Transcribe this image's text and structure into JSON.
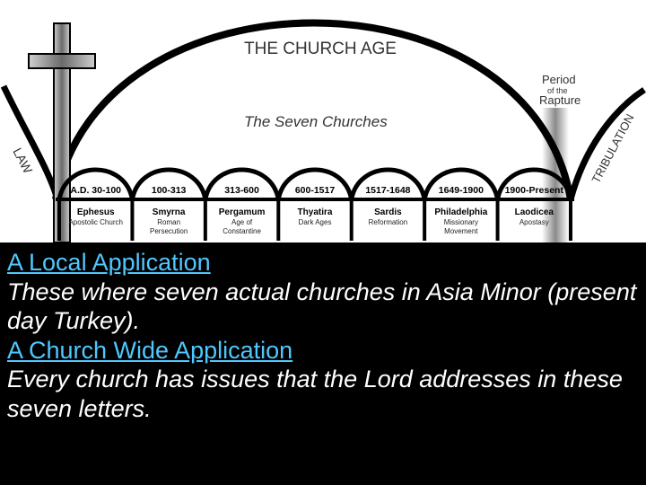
{
  "diagram": {
    "title": "THE CHURCH AGE",
    "subtitle": "The Seven Churches",
    "left_label": "LAW",
    "right_label": "TRIBULATION",
    "rapture": {
      "line1": "Period",
      "line2": "of the",
      "line3": "Rapture"
    },
    "churches": [
      {
        "date": "A.D. 30-100",
        "name": "Ephesus",
        "sub": [
          "Apostolic Church"
        ]
      },
      {
        "date": "100-313",
        "name": "Smyrna",
        "sub": [
          "Roman",
          "Persecution"
        ]
      },
      {
        "date": "313-600",
        "name": "Pergamum",
        "sub": [
          "Age of",
          "Constantine"
        ]
      },
      {
        "date": "600-1517",
        "name": "Thyatira",
        "sub": [
          "Dark Ages"
        ]
      },
      {
        "date": "1517-1648",
        "name": "Sardis",
        "sub": [
          "Reformation"
        ]
      },
      {
        "date": "1649-1900",
        "name": "Philadelphia",
        "sub": [
          "Missionary",
          "Movement"
        ]
      },
      {
        "date": "1900-Present",
        "name": "Laodicea",
        "sub": [
          "Apostasy"
        ]
      }
    ]
  },
  "text": {
    "heading1": "A Local Application",
    "body1": "These where seven actual churches in Asia Minor (present day Turkey).",
    "heading2": "A Church Wide Application",
    "body2": "Every church has issues that the Lord addresses in these seven letters."
  }
}
